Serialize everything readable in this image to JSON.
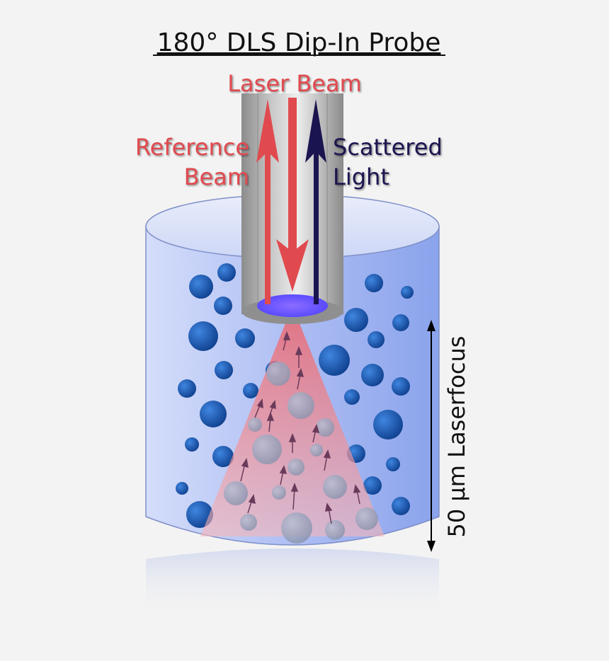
{
  "title": "180° DLS Dip-In Probe",
  "labels": {
    "laser_beam": "Laser Beam",
    "reference_line1": "Reference",
    "reference_line2": "Beam",
    "scattered_line1": "Scattered",
    "scattered_line2": "Light",
    "laserfocus": "50 µm Laserfocus"
  },
  "colors": {
    "laser_red": "#e04a4f",
    "scattered_navy": "#1a1450",
    "liquid_blue": "#9fb3f2",
    "particle_blue": "#1f5fb8",
    "probe_grey": "#a9a9a9"
  }
}
